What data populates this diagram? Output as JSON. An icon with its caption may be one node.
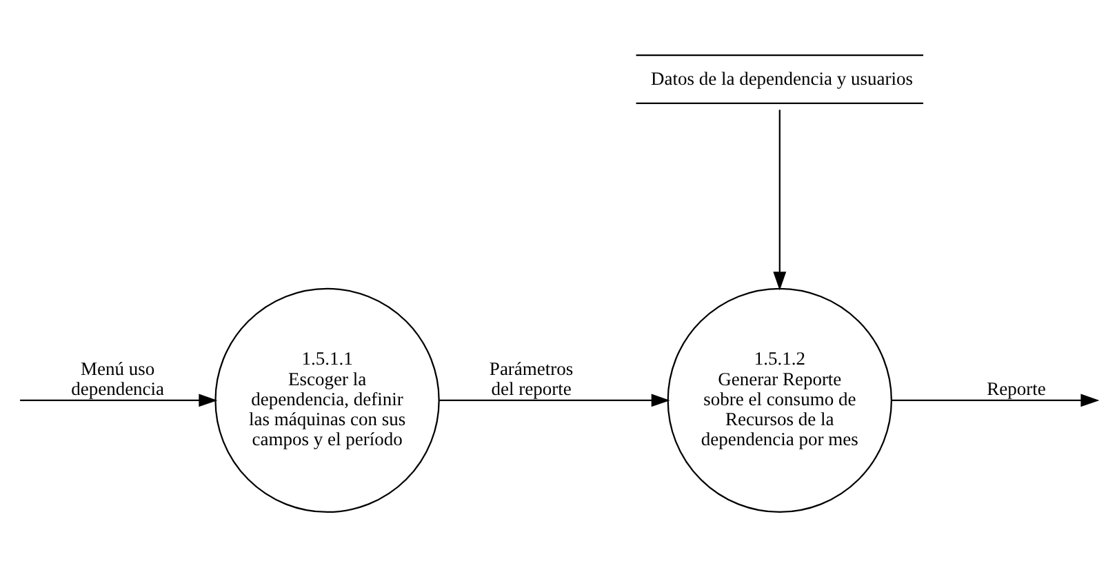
{
  "diagram": {
    "nodes": [
      {
        "text": [
          "1.5.1.1",
          "Escoger la dependencia, definir las máquinas con sus campos y el período"
        ]
      },
      {
        "text": [
          "1.5.1.2",
          "Generar Reporte sobre el consumo de Recursos de la dependencia por mes"
        ]
      },
      {
        "text": [
          "Datos de la dependencia y usuarios"
        ]
      }
    ],
    "edges": [
      {
        "from": null,
        "to": 0,
        "arrow": "to",
        "label": "Menú uso dependencia"
      },
      {
        "from": 0,
        "to": 1,
        "arrow": "to",
        "label": "Parámetros del reporte"
      },
      {
        "from": 1,
        "to": null,
        "arrow": "to",
        "label": "Reporte"
      },
      {
        "from": 2,
        "to": 1,
        "arrow": "to"
      }
    ]
  }
}
